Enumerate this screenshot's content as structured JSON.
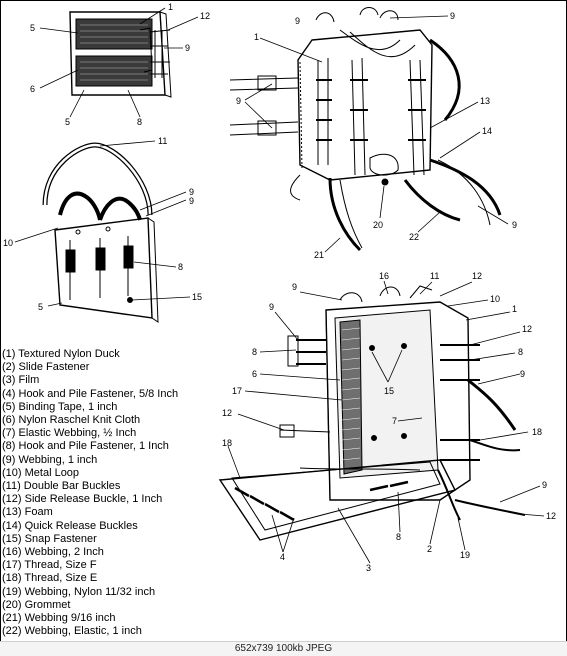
{
  "legend": [
    "(1) Textured Nylon Duck",
    "(2) Slide Fastener",
    "(3) Film",
    "(4) Hook and Pile Fastener, 5/8 Inch",
    "(5) Binding Tape, 1 inch",
    "(6) Nylon Raschel Knit Cloth",
    "(7) Elastic Webbing, ½ Inch",
    "(8) Hook and Pile Fastener, 1 Inch",
    "(9) Webbing, 1 inch",
    "(10) Metal Loop",
    "(11) Double Bar Buckles",
    "(12) Side Release Buckle, 1 Inch",
    "(13) Foam",
    "(14) Quick Release Buckles",
    "(15) Snap Fastener",
    "(16) Webbing, 2 Inch",
    "(17) Thread, Size F",
    "(18) Thread, Size E",
    "(19) Webbing, Nylon 11/32 inch",
    "(20) Grommet",
    "(21) Webbing 9/16 inch",
    "(22) Webbing, Elastic, 1 inch"
  ],
  "callouts": {
    "panel": [
      "1",
      "12",
      "5",
      "9",
      "6",
      "5",
      "8"
    ],
    "carrier": [
      "11",
      "9",
      "10",
      "9",
      "8",
      "5",
      "15"
    ],
    "pack_back": [
      "9",
      "1",
      "9",
      "9",
      "13",
      "14",
      "20",
      "22",
      "21",
      "9"
    ],
    "pack_open": [
      "9",
      "16",
      "11",
      "12",
      "10",
      "9",
      "1",
      "8",
      "12",
      "8",
      "6",
      "15",
      "9",
      "17",
      "7",
      "12",
      "18",
      "18",
      "9",
      "4",
      "8",
      "3",
      "2",
      "19",
      "12"
    ]
  },
  "status": {
    "text": "652x739  100kb  JPEG"
  }
}
